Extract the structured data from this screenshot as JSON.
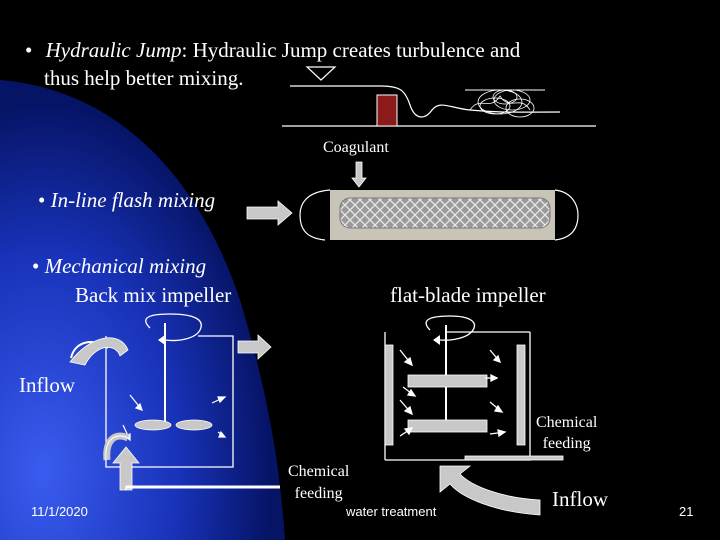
{
  "slide": {
    "bullet_char": "•",
    "hydraulic_jump_term": "Hydraulic Jump",
    "hydraulic_jump_desc_line1": ": Hydraulic Jump creates turbulence and",
    "hydraulic_jump_desc_line2": "thus help better mixing.",
    "coagulant_label": "Coagulant",
    "inline_flash_label": "In-line flash mixing",
    "mechanical_label": "Mechanical mixing",
    "back_mix_label": "Back mix impeller",
    "flat_blade_label": "flat-blade impeller",
    "inflow_left_label": "Inflow",
    "chemical_feeding_right_line1": "Chemical",
    "chemical_feeding_right_line2": "feeding",
    "chemical_feeding_bottom_line1": "Chemical",
    "chemical_feeding_bottom_line2": "feeding",
    "inflow_bottom_label": "Inflow",
    "footer_date": "11/1/2020",
    "footer_center": "water treatment",
    "page_number": "21"
  },
  "colors": {
    "background": "#000000",
    "blue_gradient_light": "#2e4fd8",
    "blue_gradient_dark": "#0a1a6a",
    "arrow_gray": "#c8c8c8",
    "weir_red": "#8b1a1a"
  },
  "icons": [
    "water-surface-triangle-icon",
    "turbulence-scribble-icon",
    "arrow-right-icon",
    "arrow-down-icon",
    "rotation-arrow-icon",
    "arrow-up-icon",
    "curved-arrow-icon"
  ]
}
